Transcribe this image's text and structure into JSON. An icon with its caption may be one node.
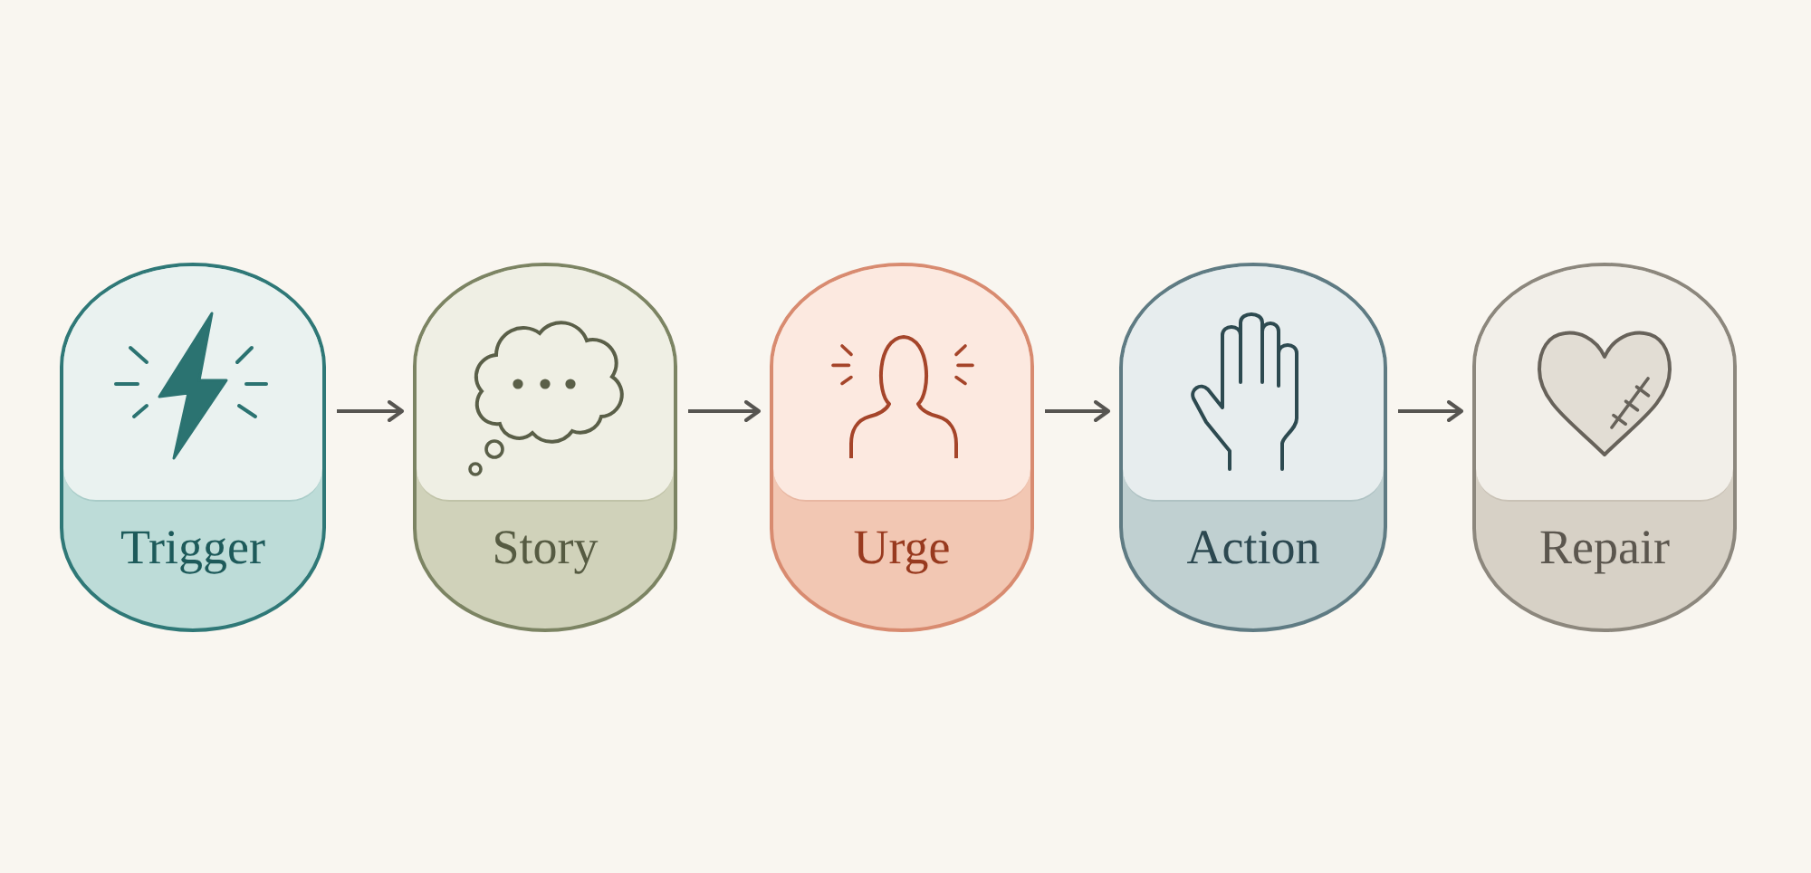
{
  "diagram": {
    "nodes": [
      {
        "text": [
          "Trigger"
        ]
      },
      {
        "text": [
          "Story"
        ]
      },
      {
        "text": [
          "Urge"
        ]
      },
      {
        "text": [
          "Action"
        ]
      },
      {
        "text": [
          "Repair"
        ]
      }
    ],
    "edges": [
      {
        "from": 0,
        "to": 1,
        "arrow": "to"
      },
      {
        "from": 1,
        "to": 2,
        "arrow": "to"
      },
      {
        "from": 2,
        "to": 3,
        "arrow": "to"
      },
      {
        "from": 3,
        "to": 4,
        "arrow": "to"
      }
    ]
  }
}
